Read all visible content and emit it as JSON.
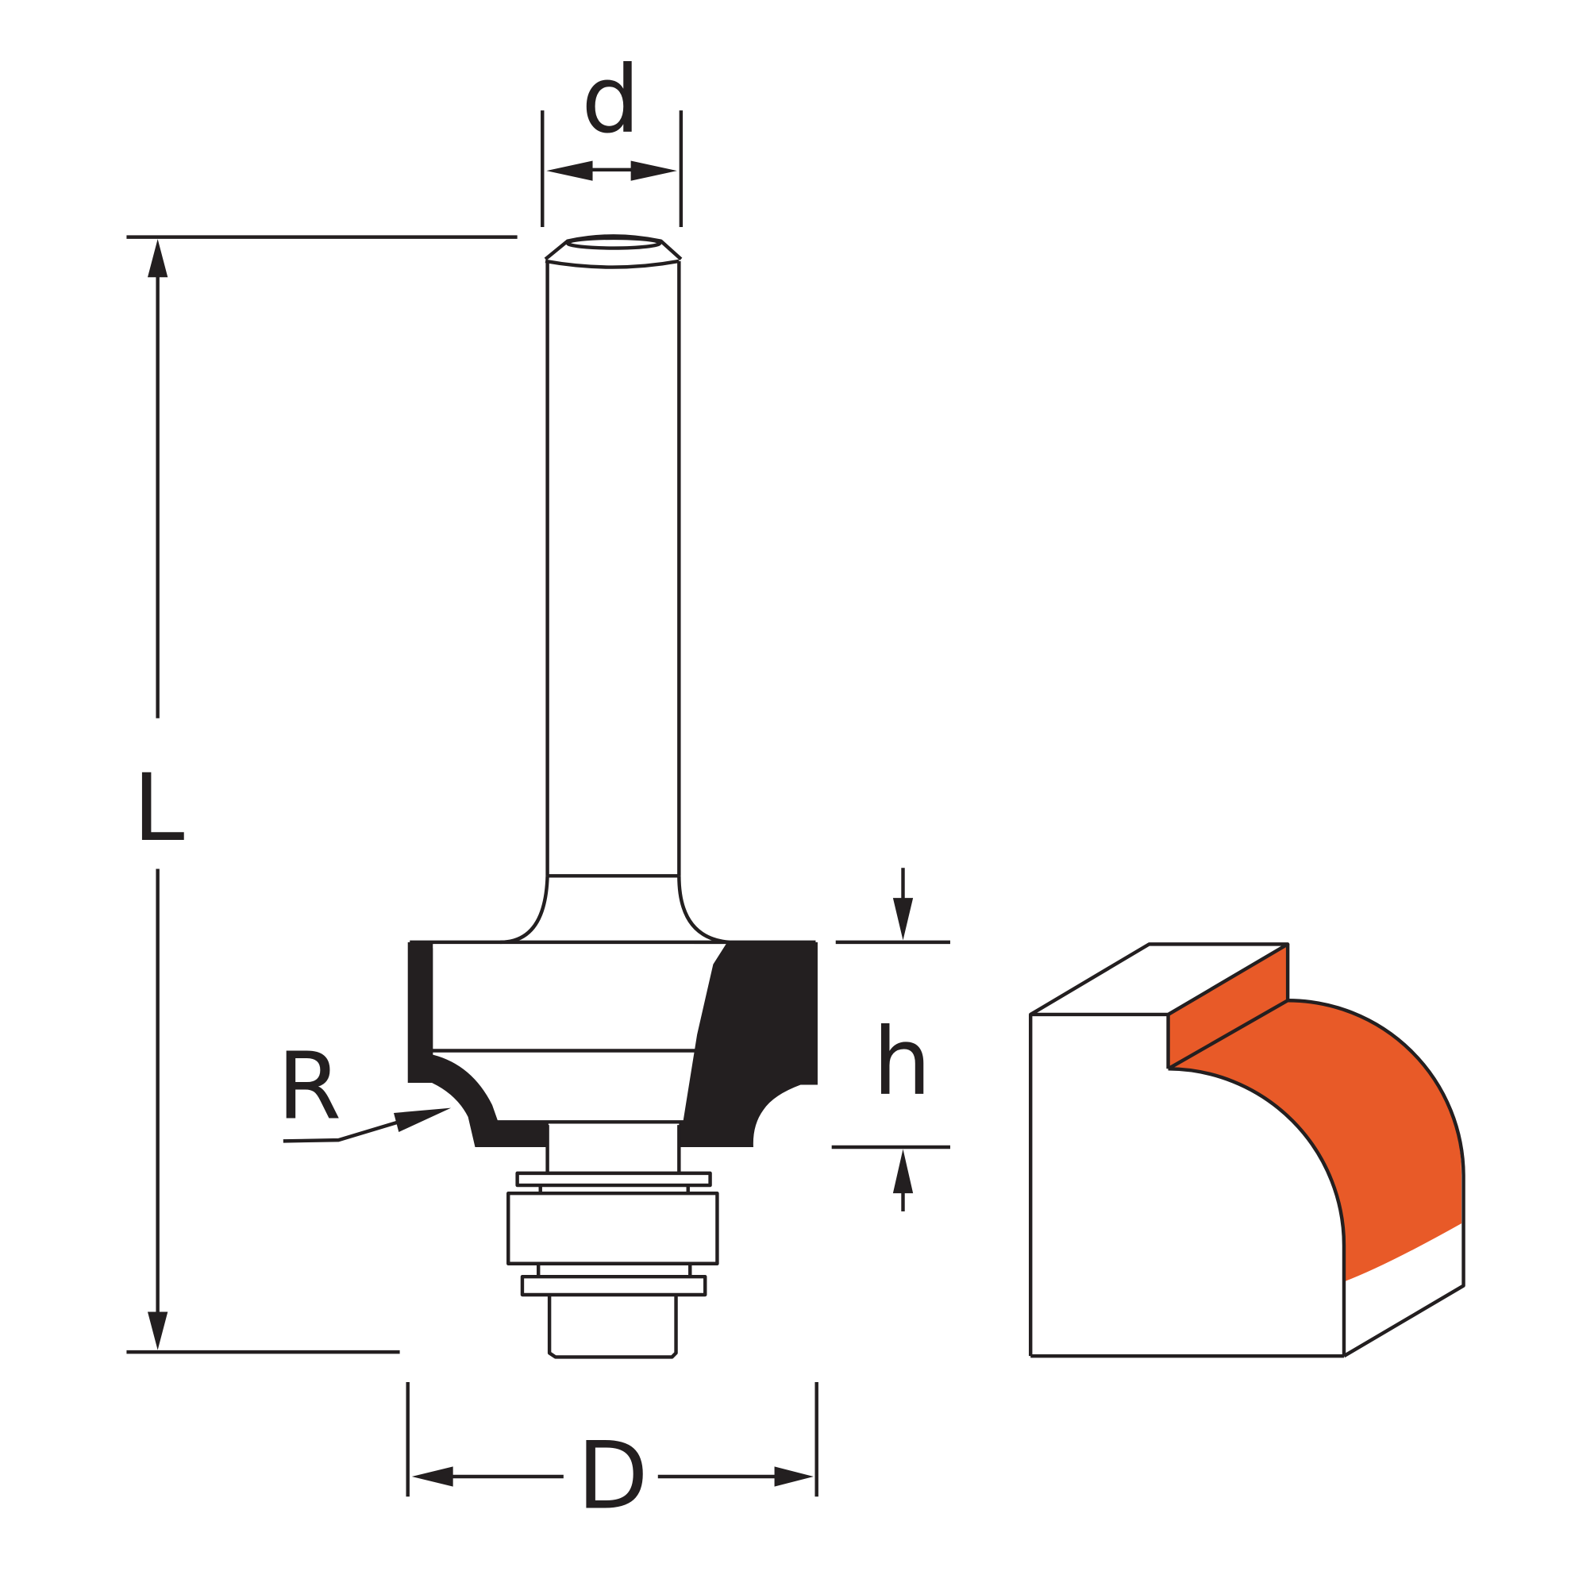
{
  "labels": {
    "shank_diameter": "d",
    "total_length": "L",
    "radius": "R",
    "cutting_height": "h",
    "cutting_diameter": "D"
  },
  "colors": {
    "line": "#231f20",
    "profile_fill": "#e85a28"
  },
  "icons": [
    "router-bit-drawing",
    "workpiece-profile-drawing"
  ]
}
